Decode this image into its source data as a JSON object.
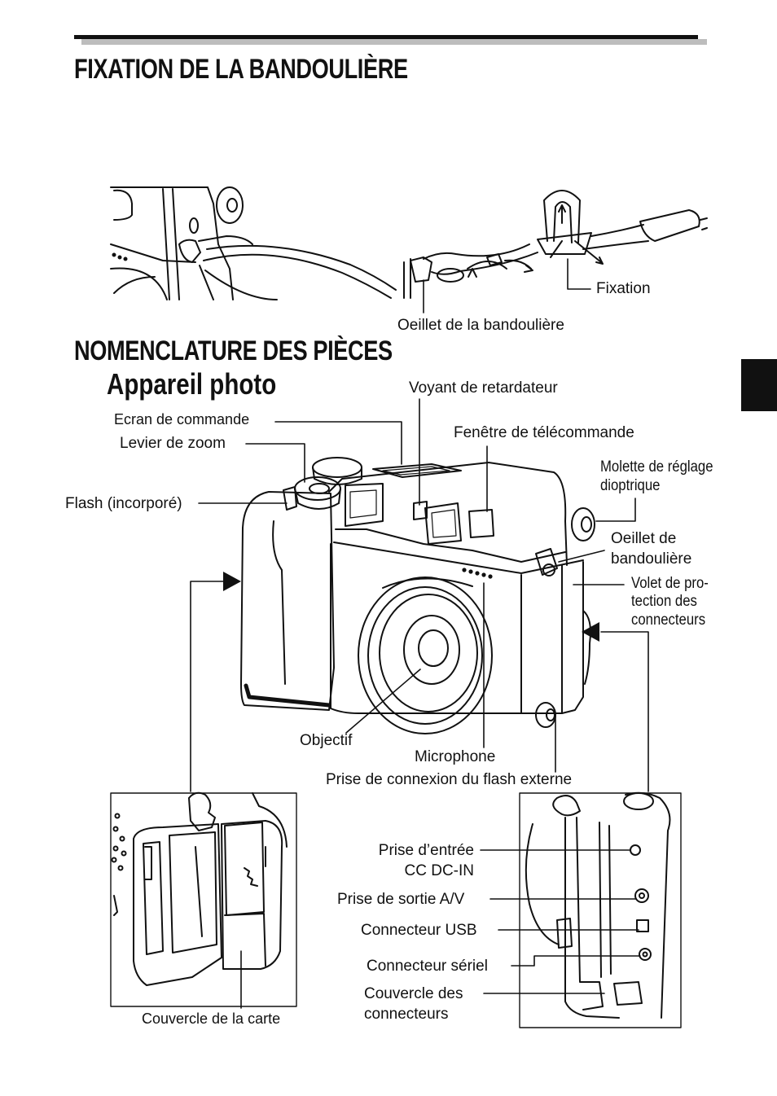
{
  "section1": {
    "title": "FIXATION DE LA BANDOULIÈRE"
  },
  "strap_labels": {
    "fixation": "Fixation",
    "oeillet": "Oeillet de la bandoulière"
  },
  "section2": {
    "title": "NOMENCLATURE DES PIÈCES",
    "subtitle": "Appareil photo"
  },
  "camera_labels": {
    "voyant": "Voyant de retardateur",
    "ecran": "Ecran de commande",
    "levier": "Levier de zoom",
    "fenetre": "Fenêtre de télécommande",
    "molette_1": "Molette de réglage",
    "molette_2": "dioptrique",
    "flash": "Flash (incorporé)",
    "oeillet_1": "Oeillet de",
    "oeillet_2": "bandoulière",
    "volet_1": "Volet de pro-",
    "volet_2": "tection des",
    "volet_3": "connecteurs",
    "objectif": "Objectif",
    "microphone": "Microphone",
    "prise_flash": "Prise de connexion du flash externe"
  },
  "connector_labels": {
    "dcin_1": "Prise d’entrée",
    "dcin_2": "CC DC-IN",
    "av": "Prise de sortie A/V",
    "usb": "Connecteur USB",
    "serial": "Connecteur sériel",
    "cover_1": "Couvercle des",
    "cover_2": "connecteurs",
    "card_cover": "Couvercle de la carte"
  }
}
